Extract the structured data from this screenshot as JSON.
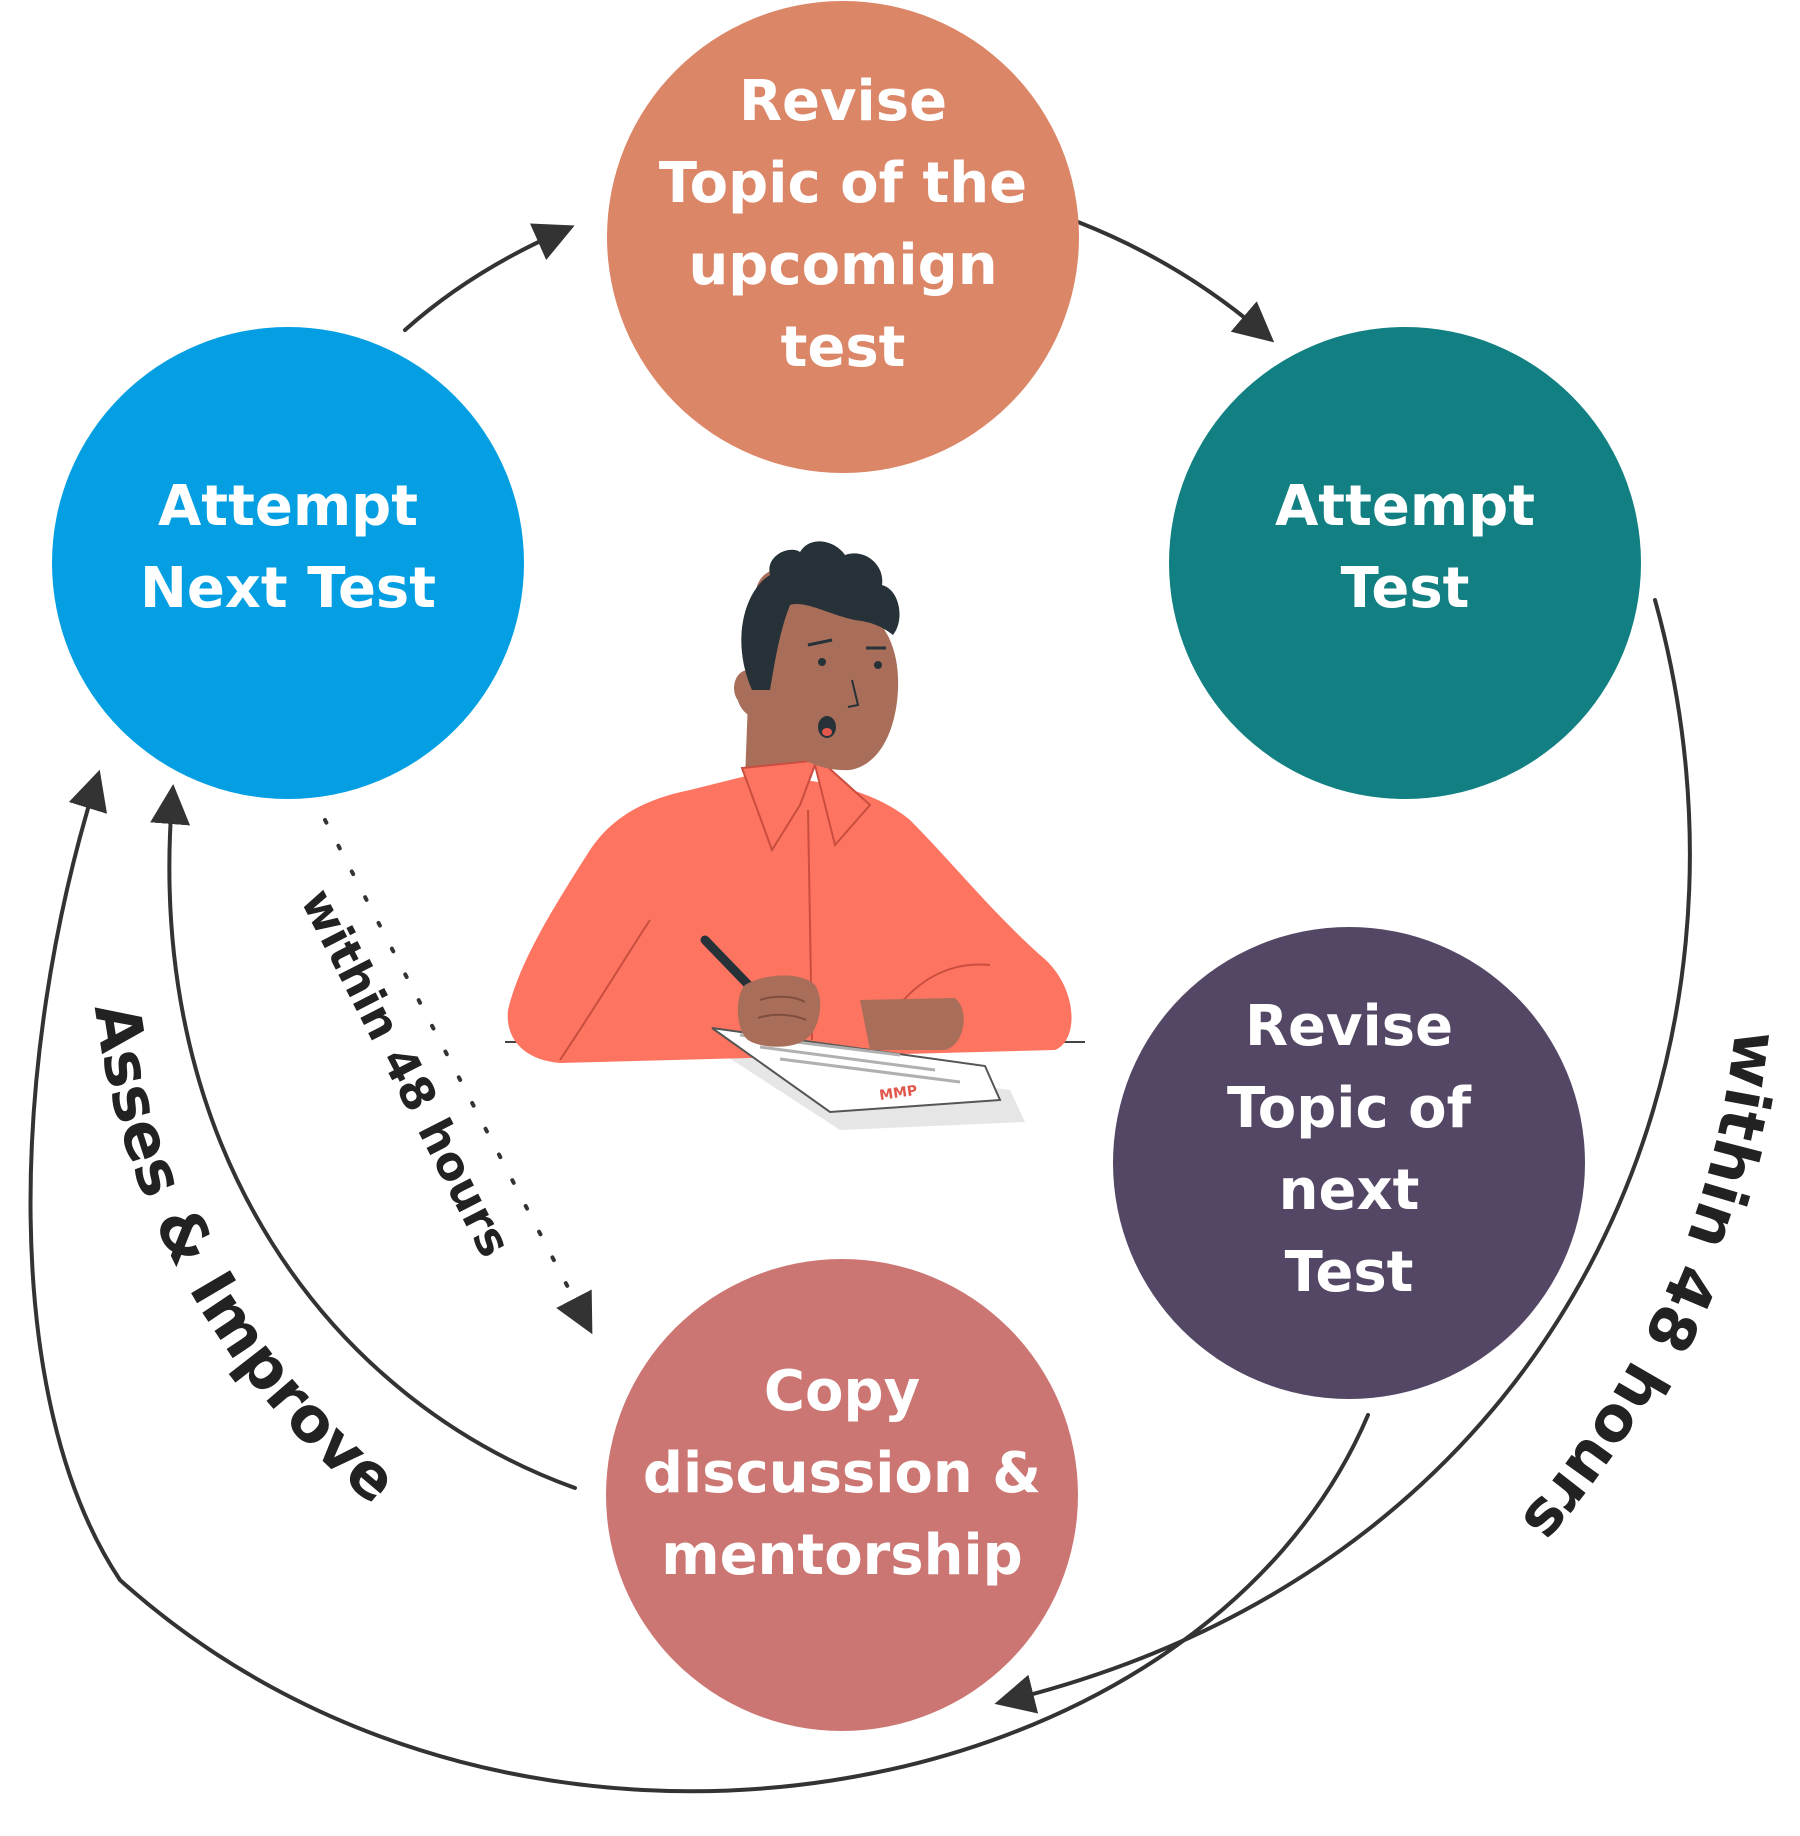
{
  "nodes": [
    {
      "id": "revise-upcoming",
      "lines": [
        "Revise",
        "Topic of the",
        "upcomign",
        "test"
      ],
      "color": "#db8667"
    },
    {
      "id": "attempt-test",
      "lines": [
        "Attempt",
        "Test"
      ],
      "color": "#128082"
    },
    {
      "id": "revise-next",
      "lines": [
        "Revise",
        "Topic of",
        "next",
        "Test"
      ],
      "color": "#544765"
    },
    {
      "id": "copy-discussion",
      "lines": [
        "Copy",
        "discussion &",
        "mentorship"
      ],
      "color": "#cc7673"
    },
    {
      "id": "attempt-next",
      "lines": [
        "Attempt",
        "Next Test"
      ],
      "color": "#039fe2"
    }
  ],
  "labels": {
    "within_right": "within 48 hours",
    "within_left": "within 48 hours",
    "assess": "Asses & Improve"
  },
  "illustration": {
    "paper_text": "MMP"
  },
  "colors": {
    "arrow": "#333333",
    "shirt": "#fd7460",
    "skin": "#a86e5a",
    "hair": "#263238"
  }
}
